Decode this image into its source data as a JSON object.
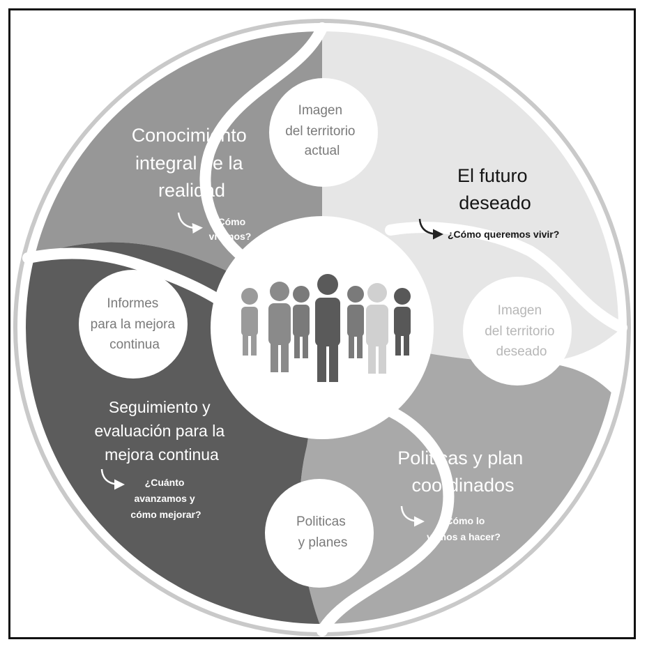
{
  "quadrants": {
    "top_left": {
      "title_lines": [
        "Conocimiento",
        "integral de la",
        "realidad"
      ],
      "question_lines": [
        "¿Cómo",
        "vivimos?"
      ],
      "circle_lines": [
        "Imagen",
        "del territorio",
        "actual"
      ]
    },
    "top_right": {
      "title_lines": [
        "El futuro",
        "deseado"
      ],
      "question_lines": [
        "¿Cómo queremos vivir?"
      ],
      "circle_lines": [
        "Imagen",
        "del territorio",
        "deseado"
      ]
    },
    "bottom_right": {
      "title_lines": [
        "Politicas y plan",
        "coordinados"
      ],
      "question_lines": [
        "¿Cómo lo",
        "vamos a hacer?"
      ],
      "circle_lines": [
        "Politicas",
        "y planes"
      ]
    },
    "bottom_left": {
      "title_lines": [
        "Seguimiento y",
        "evaluación para la",
        "mejora continua"
      ],
      "question_lines": [
        "¿Cuánto",
        "avanzamos y",
        "cómo mejorar?"
      ],
      "circle_lines": [
        "Informes",
        "para la mejora",
        "continua"
      ]
    }
  },
  "colors": {
    "top_left": "#979797",
    "top_right": "#e6e6e6",
    "bottom_right": "#a9a9a9",
    "bottom_left": "#5c5c5c",
    "ring": "#bdbdbd"
  },
  "center_icon": "people-group-icon"
}
